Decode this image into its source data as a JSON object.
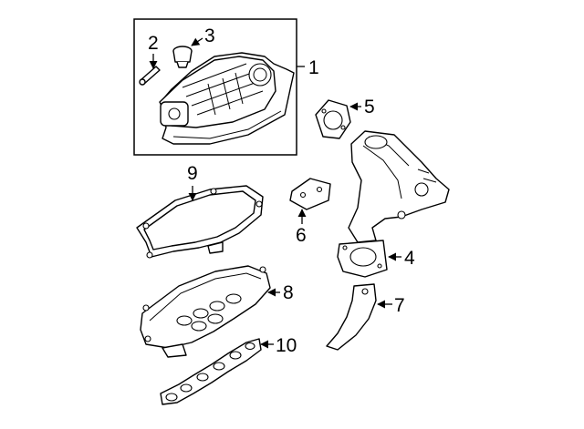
{
  "diagram": {
    "background": "#ffffff",
    "ink": "#000000",
    "callouts": [
      {
        "id": "1",
        "label": "1"
      },
      {
        "id": "2",
        "label": "2"
      },
      {
        "id": "3",
        "label": "3"
      },
      {
        "id": "4",
        "label": "4"
      },
      {
        "id": "5",
        "label": "5"
      },
      {
        "id": "6",
        "label": "6"
      },
      {
        "id": "7",
        "label": "7"
      },
      {
        "id": "8",
        "label": "8"
      },
      {
        "id": "9",
        "label": "9"
      },
      {
        "id": "10",
        "label": "10"
      }
    ]
  }
}
